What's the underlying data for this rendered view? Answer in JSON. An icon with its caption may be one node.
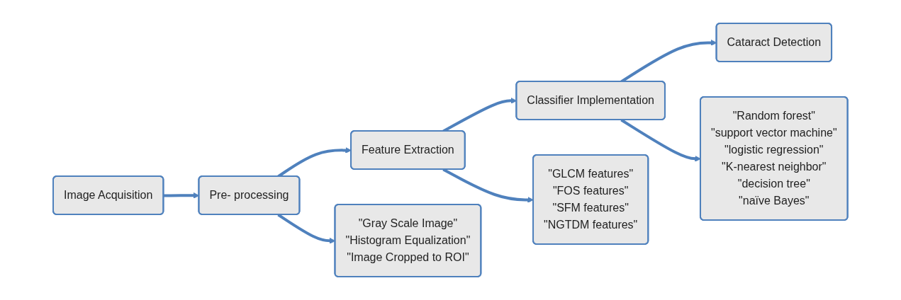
{
  "diagram": {
    "nodes": [
      {
        "text": [
          "Image Acquisition"
        ]
      },
      {
        "text": [
          "Pre- processing"
        ]
      },
      {
        "text": [
          "Feature Extraction"
        ]
      },
      {
        "text": [
          "Classifier Implementation"
        ]
      },
      {
        "text": [
          "Cataract Detection"
        ]
      },
      {
        "text": [
          "\"Gray Scale Image\"",
          "\"Histogram Equalization\"",
          "\"Image Cropped to ROI\""
        ]
      },
      {
        "text": [
          "\"GLCM features\"",
          "\"FOS features\"",
          "\"SFM features\"",
          "\"NGTDM features\""
        ]
      },
      {
        "text": [
          "\"Random forest\"",
          "\"support vector machine\"",
          "\"logistic regression\"",
          "\"K-nearest neighbor\"",
          "\"decision tree\"",
          "\"naïve Bayes\""
        ]
      }
    ],
    "edges": [
      {
        "from": 0,
        "to": 1,
        "arrow": "to"
      },
      {
        "from": 1,
        "to": 2,
        "arrow": "to"
      },
      {
        "from": 2,
        "to": 3,
        "arrow": "to"
      },
      {
        "from": 3,
        "to": 4,
        "arrow": "to"
      },
      {
        "from": 1,
        "to": 5,
        "arrow": "to"
      },
      {
        "from": 2,
        "to": 6,
        "arrow": "to"
      },
      {
        "from": 3,
        "to": 7,
        "arrow": "to"
      }
    ]
  }
}
